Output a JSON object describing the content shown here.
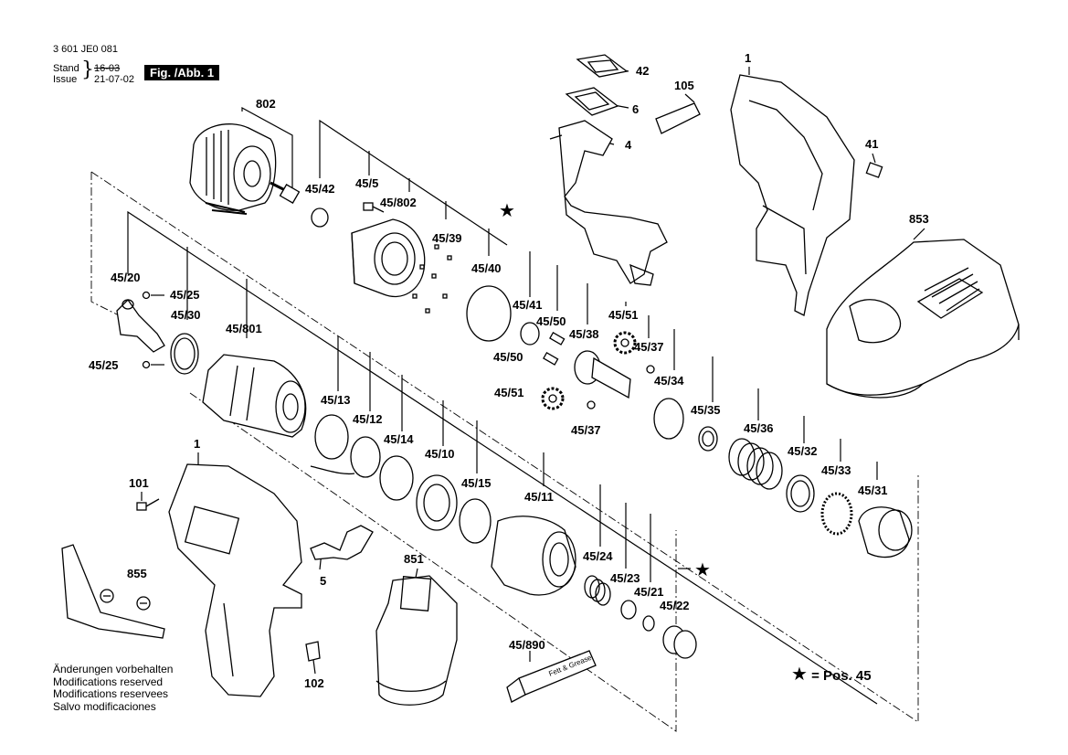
{
  "header": {
    "doc_number": "3 601 JE0 081",
    "stand_label": "Stand",
    "stand_date": "16-03",
    "issue_label": "Issue",
    "issue_date": "21-07-02",
    "figure_label": "Fig. /Abb. 1"
  },
  "notes": [
    "Änderungen vorbehalten",
    "Modifications reserved",
    "Modifications reservees",
    "Salvo modificaciones"
  ],
  "legend": {
    "symbol": "★",
    "text": "= Pos. 45"
  },
  "callouts": {
    "c802": "802",
    "c42": "42",
    "c6": "6",
    "c4": "4",
    "c105": "105",
    "c1a": "1",
    "c41": "41",
    "c45_42": "45/42",
    "c45_5": "45/5",
    "c45_802": "45/802",
    "c45_39": "45/39",
    "c45_40": "45/40",
    "c853": "853",
    "c45_20": "45/20",
    "c45_25a": "45/25",
    "c45_30": "45/30",
    "c45_801": "45/801",
    "c45_25b": "45/25",
    "c45_41": "45/41",
    "c45_50a": "45/50",
    "c45_51a": "45/51",
    "c45_38": "45/38",
    "c45_37a": "45/37",
    "c45_50b": "45/50",
    "c45_34": "45/34",
    "c45_51b": "45/51",
    "c45_37b": "45/37",
    "c45_35": "45/35",
    "c45_36": "45/36",
    "c45_13": "45/13",
    "c45_12": "45/12",
    "c45_14": "45/14",
    "c45_10": "45/10",
    "c45_32": "45/32",
    "c45_33": "45/33",
    "c45_31": "45/31",
    "c1b": "1",
    "c101": "101",
    "c45_15": "45/15",
    "c45_11": "45/11",
    "c855": "855",
    "c5": "5",
    "c851": "851",
    "c45_24": "45/24",
    "c45_23": "45/23",
    "c45_21": "45/21",
    "c45_22": "45/22",
    "c45_890": "45/890",
    "c102": "102",
    "tube_text": "Fett & Grease"
  },
  "markers": {
    "star": "★"
  }
}
